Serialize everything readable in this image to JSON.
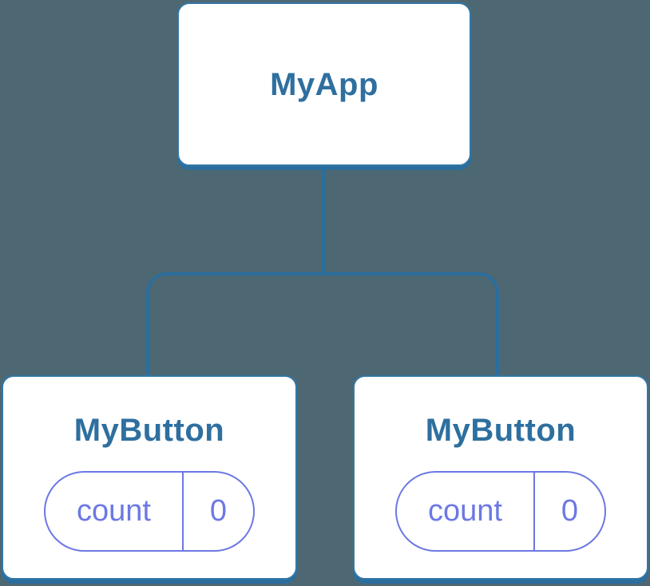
{
  "colors": {
    "background": "#4D6873",
    "connector": "#2B6E9E",
    "card_border": "#3377A7",
    "card_background": "#FFFFFF",
    "title_text": "#2E6F9F",
    "state_accent": "#6C78E3"
  },
  "tree": {
    "root": {
      "title": "MyApp"
    },
    "children": [
      {
        "title": "MyButton",
        "state": {
          "label": "count",
          "value": "0"
        }
      },
      {
        "title": "MyButton",
        "state": {
          "label": "count",
          "value": "0"
        }
      }
    ]
  }
}
